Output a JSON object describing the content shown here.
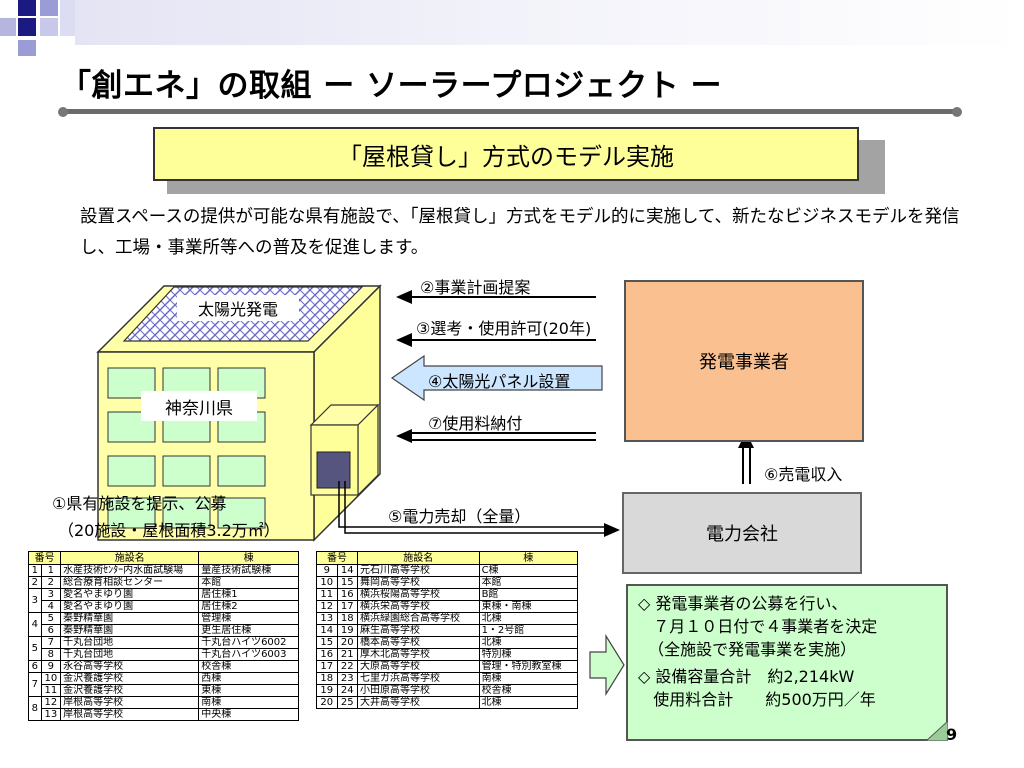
{
  "title": "「創エネ」の取組 ー ソーラープロジェクト ー",
  "banner": "「屋根貸し」方式のモデル実施",
  "intro": "設置スペースの提供が可能な県有施設で、「屋根貸し」方式をモデル的に実施して、新たなビジネスモデルを発信し、工場・事業所等への普及を促進します。",
  "diagram": {
    "solar_label": "太陽光発電",
    "building_label": "神奈川県",
    "operator": "発電事業者",
    "utility": "電力会社",
    "step2": "②事業計画提案",
    "step3": "③選考・使用許可(20年)",
    "step4": "④太陽光パネル設置",
    "step7": "⑦使用料納付",
    "step6": "⑥売電収入",
    "step5": "⑤電力売却（全量）",
    "step1_line1": "①県有施設を提示、公募",
    "step1_line2": "（20施設・屋根面積3.2万㎡）"
  },
  "table_headers": {
    "num": "番号",
    "name": "施設名",
    "bldg": "棟"
  },
  "table_left": [
    {
      "g": "1",
      "n": "1",
      "name": "水産技術ｾﾝﾀｰ内水面試験場",
      "bldg": "量産技術試験棟"
    },
    {
      "g": "2",
      "n": "2",
      "name": "総合療育相談センター",
      "bldg": "本館"
    },
    {
      "g": "3",
      "n": "3",
      "name": "愛名やまゆり園",
      "bldg": "居住棟1"
    },
    {
      "g": "",
      "n": "4",
      "name": "愛名やまゆり園",
      "bldg": "居住棟2"
    },
    {
      "g": "4",
      "n": "5",
      "name": "秦野精華園",
      "bldg": "管理棟"
    },
    {
      "g": "",
      "n": "6",
      "name": "秦野精華園",
      "bldg": "更生居住棟"
    },
    {
      "g": "5",
      "n": "7",
      "name": "千丸台団地",
      "bldg": "千丸台ハイツ6002"
    },
    {
      "g": "",
      "n": "8",
      "name": "千丸台団地",
      "bldg": "千丸台ハイツ6003"
    },
    {
      "g": "6",
      "n": "9",
      "name": "永谷高等学校",
      "bldg": "校舎棟"
    },
    {
      "g": "7",
      "n": "10",
      "name": "金沢養護学校",
      "bldg": "西棟"
    },
    {
      "g": "",
      "n": "11",
      "name": "金沢養護学校",
      "bldg": "東棟"
    },
    {
      "g": "8",
      "n": "12",
      "name": "岸根高等学校",
      "bldg": "南棟"
    },
    {
      "g": "",
      "n": "13",
      "name": "岸根高等学校",
      "bldg": "中央棟"
    }
  ],
  "table_right": [
    {
      "g": "9",
      "n": "14",
      "name": "元石川高等学校",
      "bldg": "C棟"
    },
    {
      "g": "10",
      "n": "15",
      "name": "舞岡高等学校",
      "bldg": "本館"
    },
    {
      "g": "11",
      "n": "16",
      "name": "横浜桜陽高等学校",
      "bldg": "B館"
    },
    {
      "g": "12",
      "n": "17",
      "name": "横浜栄高等学校",
      "bldg": "東棟・南棟"
    },
    {
      "g": "13",
      "n": "18",
      "name": "横浜緑園総合高等学校",
      "bldg": "北棟"
    },
    {
      "g": "14",
      "n": "19",
      "name": "麻生高等学校",
      "bldg": "1・2号館"
    },
    {
      "g": "15",
      "n": "20",
      "name": "橋本高等学校",
      "bldg": "北棟"
    },
    {
      "g": "16",
      "n": "21",
      "name": "厚木北高等学校",
      "bldg": "特別棟"
    },
    {
      "g": "17",
      "n": "22",
      "name": "大原高等学校",
      "bldg": "管理・特別教室棟"
    },
    {
      "g": "18",
      "n": "23",
      "name": "七里ガ浜高等学校",
      "bldg": "南棟"
    },
    {
      "g": "19",
      "n": "24",
      "name": "小田原高等学校",
      "bldg": "校舎棟"
    },
    {
      "g": "20",
      "n": "25",
      "name": "大井高等学校",
      "bldg": "北棟"
    }
  ],
  "result": {
    "line1": "◇ 発電事業者の公募を行い、",
    "line2": "   ７月１０日付で４事業者を決定",
    "line3": "  （全施設で発電事業を実施）",
    "line4": "◇ 設備容量合計　約2,214kW",
    "line5": "   使用料合計　　約500万円／年"
  },
  "page_number": "9",
  "colors": {
    "banner_fill": "#ffff99",
    "building_fill": "#ffff99",
    "operator_fill": "#fbc08f",
    "utility_fill": "#d9d9d9",
    "result_fill": "#ccffcc",
    "step4_arrow_fill": "#cce6ff",
    "corner_navy": "#1a1a80"
  }
}
